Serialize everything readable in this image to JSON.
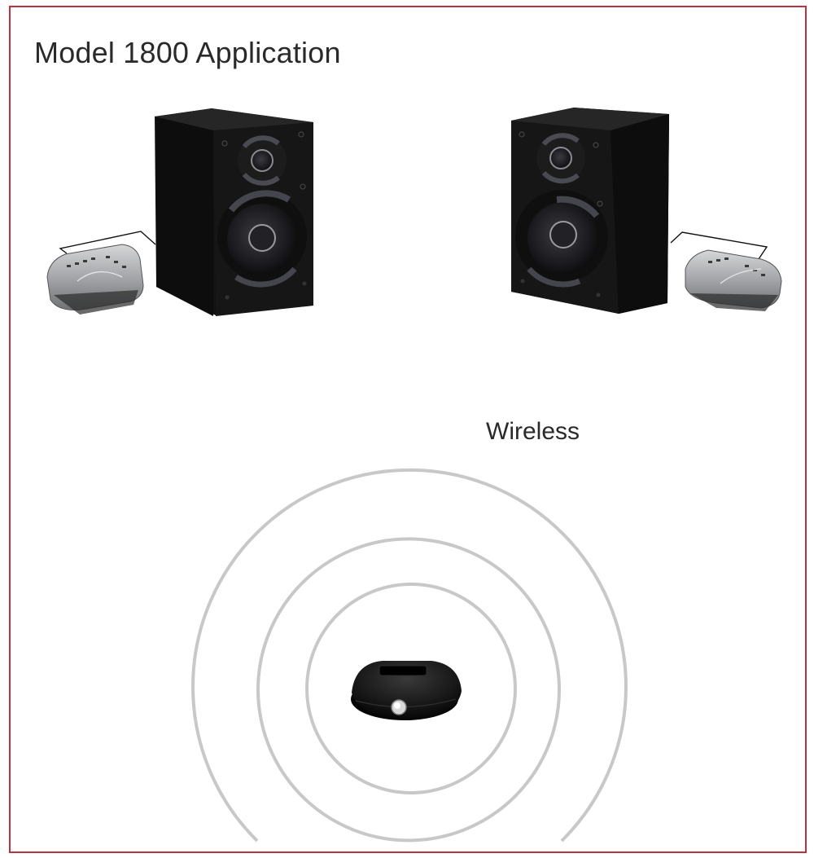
{
  "diagram": {
    "title": "Model 1800 Application",
    "wireless_label": "Wireless",
    "colors": {
      "border": "#b8323f",
      "text": "#2a2a2a",
      "speaker_body": "#141414",
      "receiver_body": "#a9aaad",
      "signal_rings": "#c8c8c8"
    },
    "components": [
      {
        "id": "left-speaker",
        "type": "bookshelf speaker"
      },
      {
        "id": "left-receiver",
        "type": "wireless receiver",
        "connected_to": "left-speaker"
      },
      {
        "id": "right-speaker",
        "type": "bookshelf speaker"
      },
      {
        "id": "right-receiver",
        "type": "wireless receiver",
        "connected_to": "right-speaker"
      },
      {
        "id": "transmitter",
        "type": "wireless transmitter dock"
      }
    ],
    "signal_rings": 3
  }
}
